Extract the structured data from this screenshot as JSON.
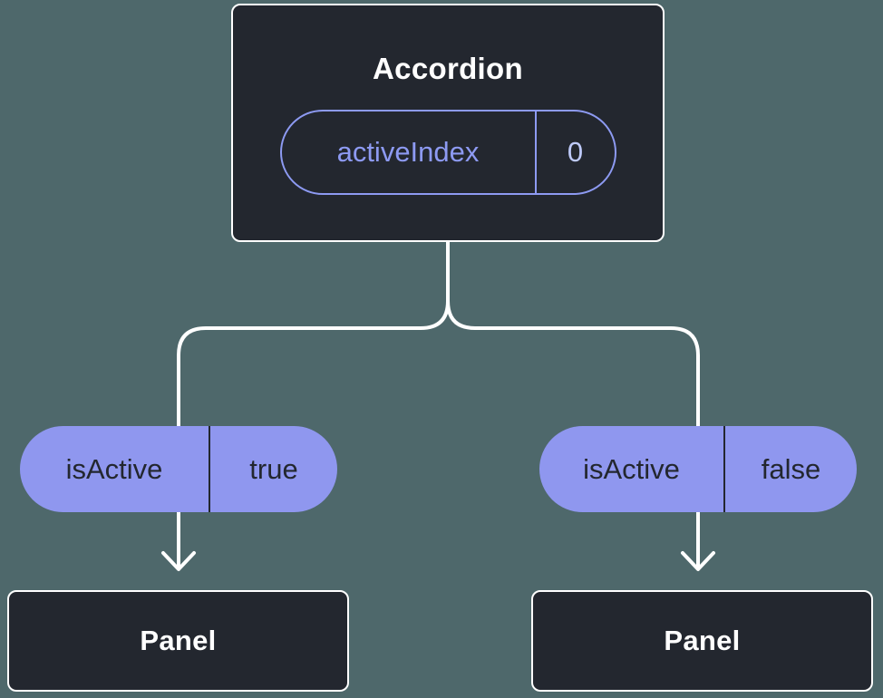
{
  "colors": {
    "background": "#4e686b",
    "node_bg": "#23272f",
    "node_border": "#ffffff",
    "accent": "#8d9af2",
    "accent_value": "#becafa",
    "pill_bg": "#8f97ef",
    "pill_text": "#23272f",
    "connector": "#ffffff"
  },
  "tree": {
    "root": {
      "title": "Accordion",
      "prop_name": "activeIndex",
      "prop_value": "0"
    },
    "branches": [
      {
        "state_name": "isActive",
        "state_value": "true",
        "child_title": "Panel"
      },
      {
        "state_name": "isActive",
        "state_value": "false",
        "child_title": "Panel"
      }
    ]
  }
}
